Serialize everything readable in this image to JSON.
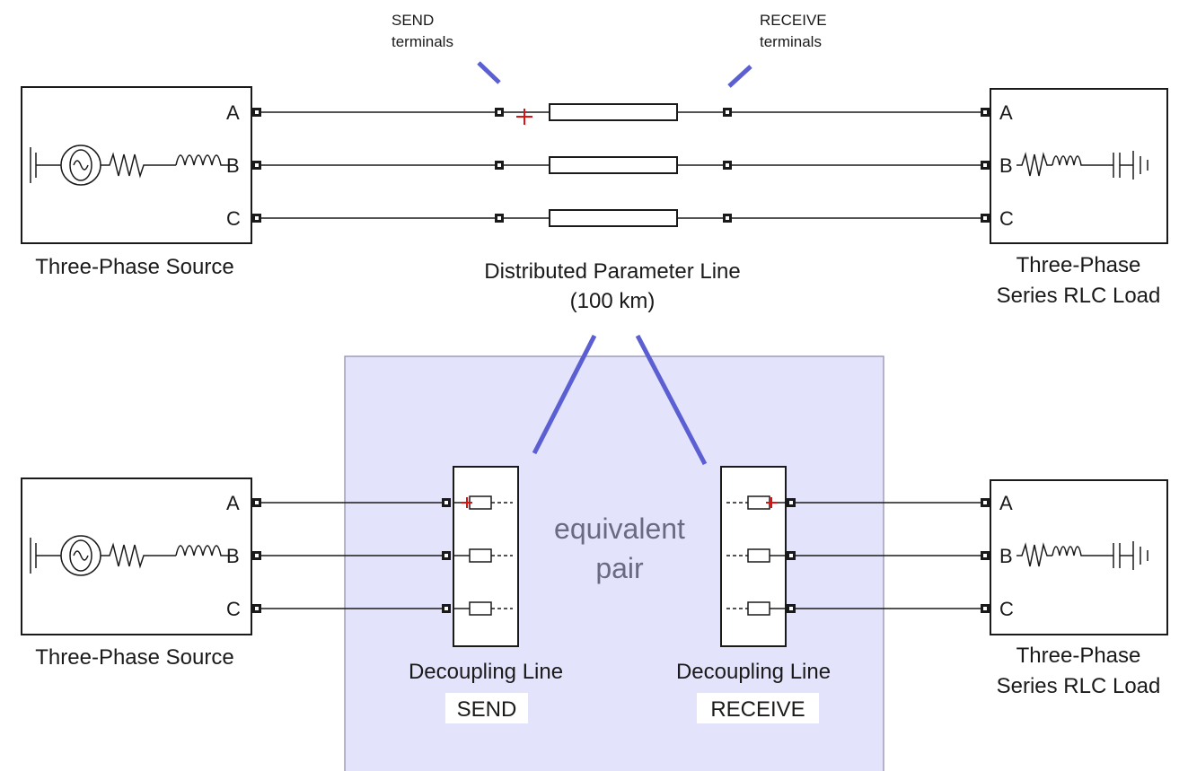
{
  "top_row": {
    "source": {
      "label": "Three-Phase Source",
      "ports": [
        "A",
        "B",
        "C"
      ]
    },
    "line": {
      "label_line1": "Distributed Parameter Line",
      "label_line2": "(100 km)"
    },
    "send_callout": {
      "line1": "SEND",
      "line2": "terminals"
    },
    "receive_callout": {
      "line1": "RECEIVE",
      "line2": "terminals"
    },
    "load": {
      "label_line1": "Three-Phase",
      "label_line2": "Series RLC Load",
      "ports": [
        "A",
        "B",
        "C"
      ]
    }
  },
  "bottom_row": {
    "source": {
      "label": "Three-Phase Source",
      "ports": [
        "A",
        "B",
        "C"
      ]
    },
    "equivalent": {
      "line1": "equivalent",
      "line2": "pair"
    },
    "send_block": {
      "label": "Decoupling Line",
      "tag": "SEND"
    },
    "receive_block": {
      "label": "Decoupling Line",
      "tag": "RECEIVE"
    },
    "load": {
      "label_line1": "Three-Phase",
      "label_line2": "Series RLC Load",
      "ports": [
        "A",
        "B",
        "C"
      ]
    }
  },
  "colors": {
    "highlight_panel": "#e3e3fb",
    "highlight_border": "#8a8aa8",
    "pointer": "#5b5fd2",
    "polarity_mark": "#e01010"
  },
  "icons": [
    "ac-source-icon",
    "resistor-icon",
    "inductor-icon",
    "capacitor-icon",
    "ground-icon",
    "port-icon",
    "polarity-plus-icon"
  ]
}
